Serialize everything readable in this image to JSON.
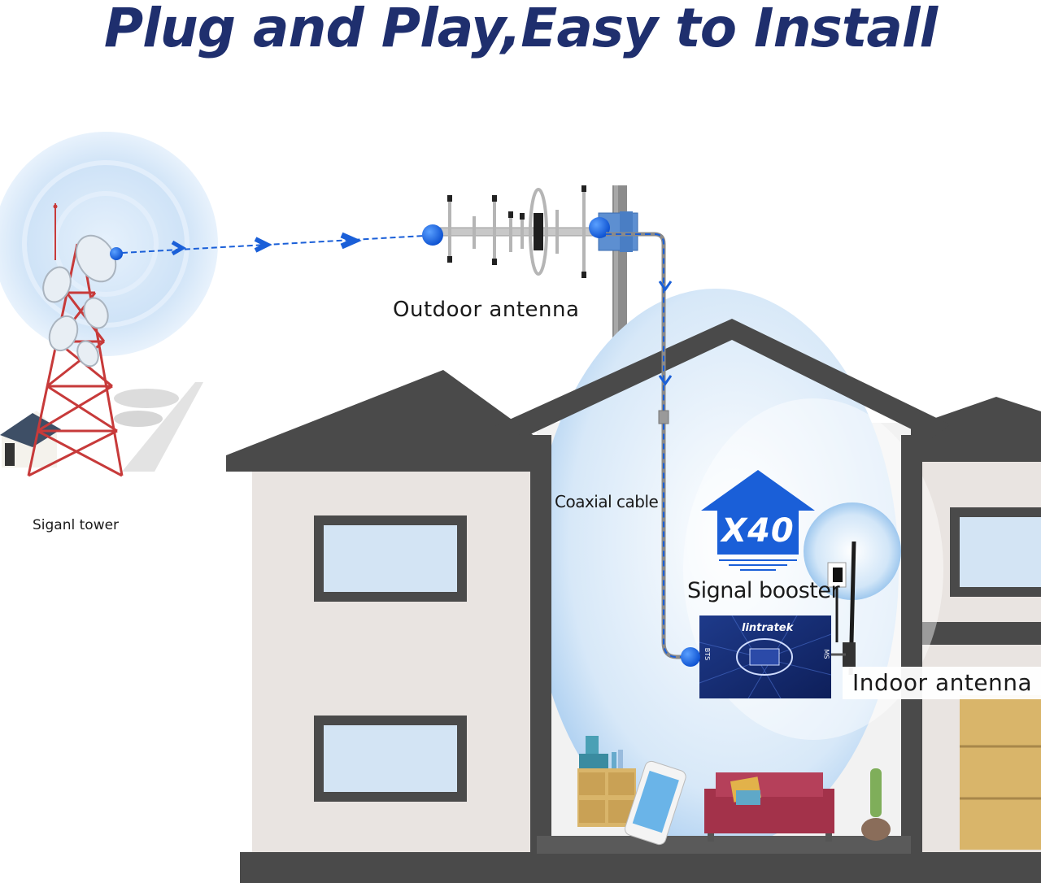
{
  "header": {
    "title": "Plug and Play,Easy to Install"
  },
  "labels": {
    "tower": "Siganl tower",
    "outdoor_antenna": "Outdoor antenna",
    "coaxial_cable": "Coaxial cable",
    "signal_booster": "Signal booster",
    "indoor_antenna": "Indoor antenna"
  },
  "booster": {
    "gain": "X40",
    "brand": "lintratek",
    "port_in": "BTS",
    "port_out": "MS"
  },
  "colors": {
    "title": "#1f2f6e",
    "accent_blue": "#1a5fd8",
    "signal_glow": "#bcd9f5",
    "roof": "#4a4a4a",
    "wall": "#e9e4e1",
    "tower_red": "#c73a3a"
  }
}
